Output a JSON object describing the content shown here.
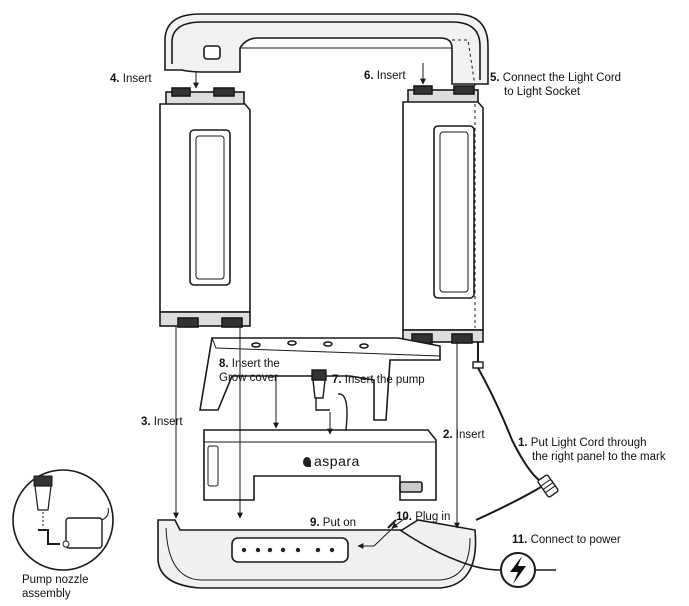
{
  "steps": [
    {
      "num": "1.",
      "text": "Put Light Cord through",
      "text2": "the right panel to the mark"
    },
    {
      "num": "2.",
      "text": "Insert"
    },
    {
      "num": "3.",
      "text": "Insert"
    },
    {
      "num": "4.",
      "text": "Insert"
    },
    {
      "num": "5.",
      "text": "Connect the Light Cord",
      "text2": "to Light Socket"
    },
    {
      "num": "6.",
      "text": "Insert"
    },
    {
      "num": "7.",
      "text": "Insert the pump"
    },
    {
      "num": "8.",
      "text": "Insert the",
      "text2": "Grow cover"
    },
    {
      "num": "9.",
      "text": "Put on"
    },
    {
      "num": "10.",
      "text": "Plug in"
    },
    {
      "num": "11.",
      "text": "Connect to power"
    }
  ],
  "brand": "aspara",
  "pump_callout": {
    "line1": "Pump nozzle",
    "line2": "assembly"
  },
  "colors": {
    "line": "#1a1a1a",
    "fill": "#ffffff",
    "shade": "#e9e9e9",
    "dark": "#222222"
  },
  "icons": {
    "power": "lightning-bolt-icon",
    "plug": "power-plug-icon"
  }
}
